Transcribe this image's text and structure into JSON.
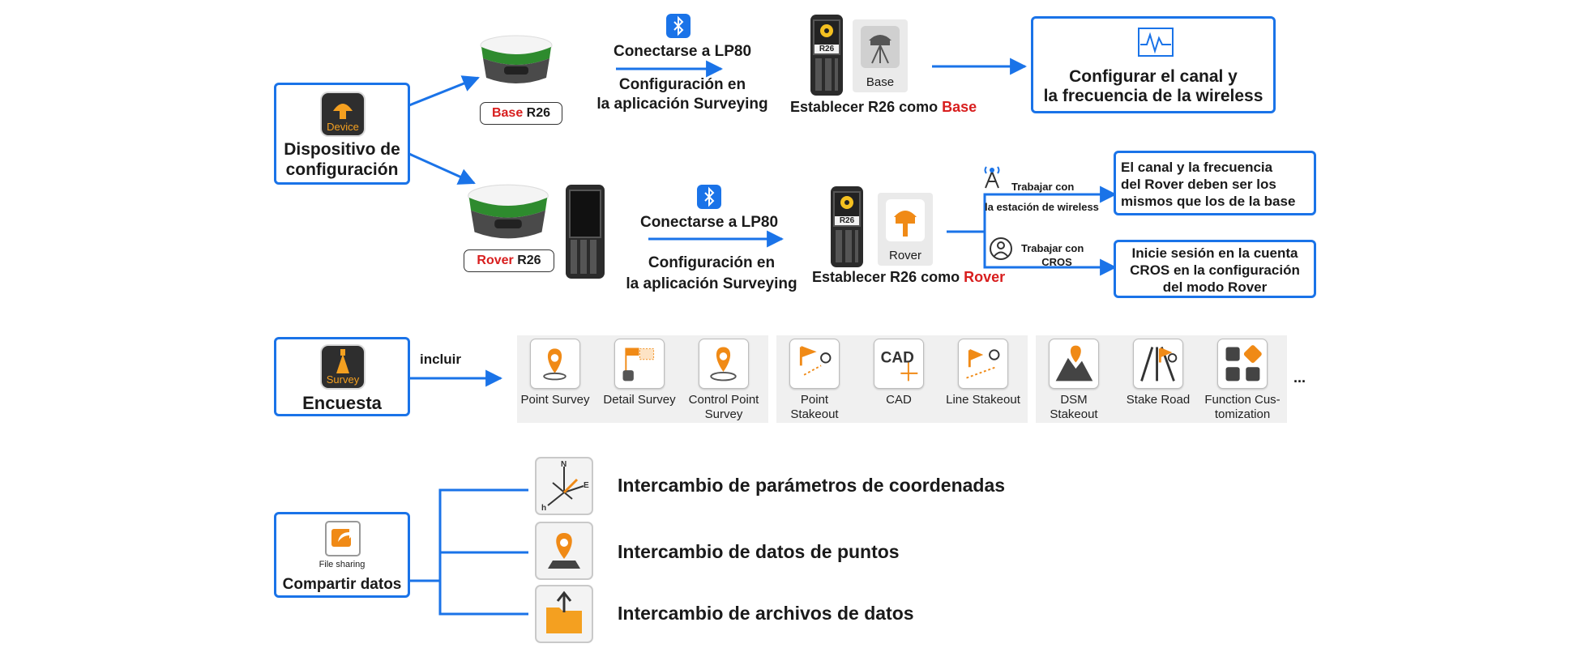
{
  "device": {
    "icon_caption": "Device",
    "title_line1": "Dispositivo de",
    "title_line2": "configuración"
  },
  "base_row": {
    "tag_highlight": "Base",
    "tag_rest": " R26",
    "step1": "Conectarse a LP80",
    "step2_line1": "Configuración en",
    "step2_line2": "la aplicación Surveying",
    "phone_label": "R26",
    "mode_tile_label": "Base",
    "set_prefix": "Establecer R26 como ",
    "set_highlight": "Base",
    "result_line1": "Configurar el canal y",
    "result_line2": "la frecuencia de la wireless"
  },
  "rover_row": {
    "tag_highlight": "Rover",
    "tag_rest": " R26",
    "step1": "Conectarse a LP80",
    "step2_line1": "Configuración en",
    "step2_line2": "la aplicación Surveying",
    "phone_label": "R26",
    "mode_tile_label": "Rover",
    "set_prefix": "Establecer R26 como ",
    "set_highlight": "Rover",
    "option1_line1": "Trabajar con",
    "option1_line2": "la estación de wireless",
    "option2_line1": "Trabajar con",
    "option2_line2": "CROS",
    "result1_line1": "El canal y la frecuencia",
    "result1_line2": "del Rover deben ser los",
    "result1_line3": "mismos que los de la base",
    "result2_line1": "Inicie sesión en la cuenta",
    "result2_line2": "CROS en la configuración",
    "result2_line3": "del modo Rover"
  },
  "survey": {
    "icon_caption": "Survey",
    "title": "Encuesta",
    "include_label": "incluir",
    "tools": [
      {
        "line1": "Point Survey",
        "line2": ""
      },
      {
        "line1": "Detail Survey",
        "line2": ""
      },
      {
        "line1": "Control Point",
        "line2": "Survey"
      },
      {
        "line1": "Point",
        "line2": "Stakeout"
      },
      {
        "line1": "CAD",
        "line2": ""
      },
      {
        "line1": "Line Stakeout",
        "line2": ""
      },
      {
        "line1": "DSM",
        "line2": "Stakeout"
      },
      {
        "line1": "Stake Road",
        "line2": ""
      },
      {
        "line1": "Function Cus-",
        "line2": "tomization"
      }
    ],
    "more": "..."
  },
  "sharing": {
    "icon_caption": "File sharing",
    "title": "Compartir datos",
    "items": [
      "Intercambio de parámetros de coordenadas",
      "Intercambio de datos de puntos",
      "Intercambio de archivos de datos"
    ]
  },
  "colors": {
    "accent_blue": "#1a73e8",
    "highlight_red": "#d81e1e",
    "icon_orange": "#f08a16",
    "receiver_green": "#2e8b2e"
  },
  "icons": [
    "device-icon",
    "bluetooth-icon",
    "base-antenna-icon",
    "rover-icon",
    "radio-tower-icon",
    "cros-user-icon",
    "waveform-icon",
    "survey-icon",
    "file-sharing-icon"
  ]
}
